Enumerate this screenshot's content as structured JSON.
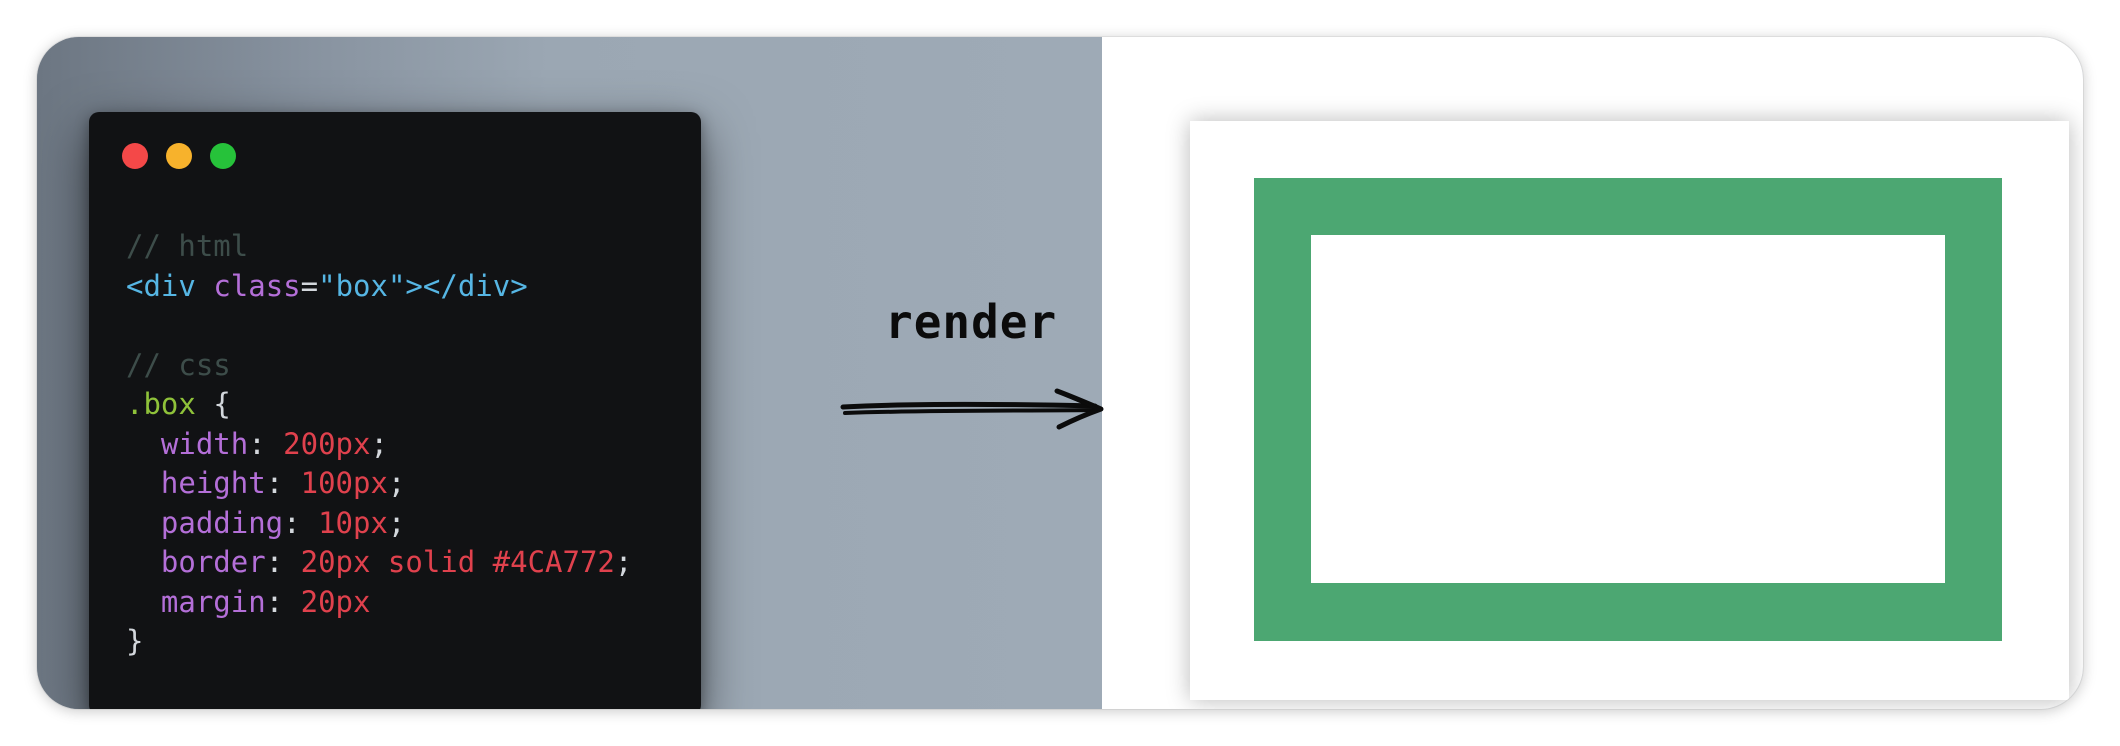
{
  "window_controls": {
    "close_color": "#f44848",
    "minimize_color": "#f7b22c",
    "maximize_color": "#26c23a"
  },
  "code": {
    "html_comment": "// html",
    "html_open_bracket": "<",
    "html_tag": "div",
    "html_attr": "class",
    "html_equals": "=",
    "html_value": "\"box\"",
    "html_close_part": "></",
    "html_close_tag": "div",
    "html_end_bracket": ">",
    "css_comment": "// css",
    "selector": ".box",
    "open_brace": "{",
    "close_brace": "}",
    "declarations": [
      {
        "prop": "width",
        "value": "200px",
        "semicolon": ";"
      },
      {
        "prop": "height",
        "value": "100px",
        "semicolon": ";"
      },
      {
        "prop": "padding",
        "value": "10px",
        "semicolon": ";"
      },
      {
        "prop": "border",
        "value": "20px solid #4CA772",
        "semicolon": ";"
      },
      {
        "prop": "margin",
        "value": "20px",
        "semicolon": ""
      }
    ]
  },
  "arrow_label": "render",
  "preview": {
    "border_color": "#4CA772"
  }
}
